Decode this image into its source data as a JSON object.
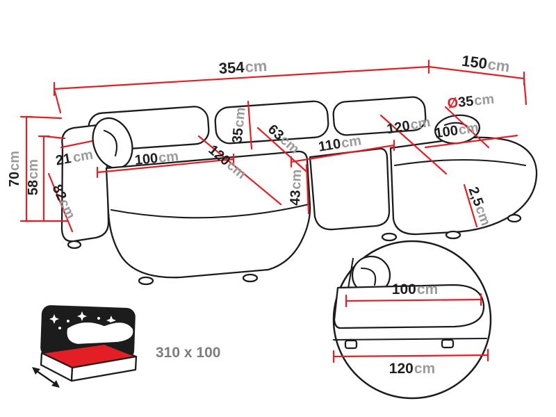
{
  "page": {
    "background": "#ffffff"
  },
  "colors": {
    "dimension_red": "#e31e24",
    "outline_black": "#1c1c1c",
    "unit_gray": "#9b9b9b",
    "sleeping_label_gray": "#7d7d7d"
  },
  "dimensions": {
    "total_width": {
      "value": "354",
      "unit": "cm"
    },
    "total_depth": {
      "value": "150",
      "unit": "cm"
    },
    "total_height": {
      "value": "70",
      "unit": "cm"
    },
    "backrest_height": {
      "value": "58",
      "unit": "cm"
    },
    "armrest_width": {
      "value": "21",
      "unit": "cm"
    },
    "armrest_depth": {
      "value": "82",
      "unit": "cm"
    },
    "seat_depth": {
      "value": "100",
      "unit": "cm"
    },
    "seat_diagonal": {
      "value": "120",
      "unit": "cm"
    },
    "back_cushion_height": {
      "value": "35",
      "unit": "cm"
    },
    "backrest_diagonal": {
      "value": "63",
      "unit": "cm"
    },
    "seat_width": {
      "value": "110",
      "unit": "cm"
    },
    "seat_height": {
      "value": "43",
      "unit": "cm"
    },
    "chaise_length": {
      "value": "120",
      "unit": "cm"
    },
    "chaise_width": {
      "value": "100",
      "unit": "cm"
    },
    "pillow_diameter": {
      "symbol": "Ø",
      "value": "35",
      "unit": "cm"
    },
    "leg_height": {
      "value": "2,5",
      "unit": "cm"
    }
  },
  "detail_view": {
    "seat_depth": {
      "value": "100",
      "unit": "cm"
    },
    "total_depth": {
      "value": "120",
      "unit": "cm"
    }
  },
  "sleeping_function": {
    "size_label": "310 x 100"
  }
}
